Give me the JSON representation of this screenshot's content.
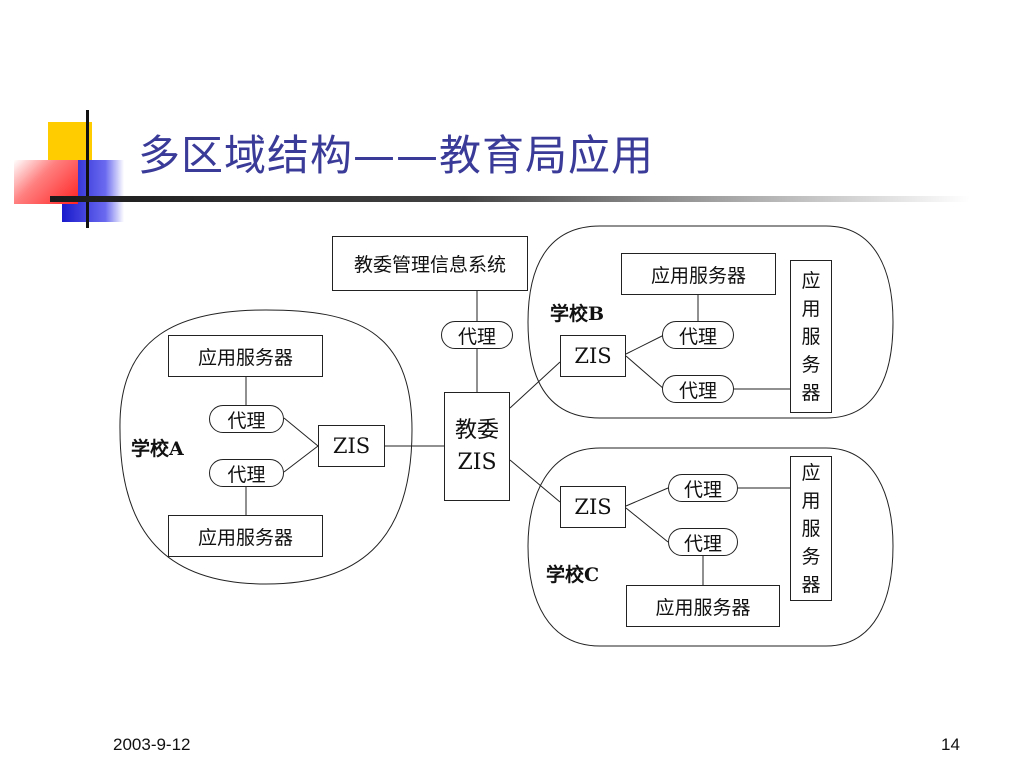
{
  "slide": {
    "title": "多区域结构——教育局应用",
    "date": "2003-9-12",
    "page_number": "14"
  },
  "diagram": {
    "mis": "教委管理信息系统",
    "mis_proxy": "代理",
    "central_zis_line1": "教委",
    "central_zis_line2": "ZIS",
    "school_a": {
      "label": "学校A",
      "zis": "ZIS",
      "proxy_top": "代理",
      "proxy_bottom": "代理",
      "server_top": "应用服务器",
      "server_bottom": "应用服务器"
    },
    "school_b": {
      "label": "学校B",
      "zis": "ZIS",
      "proxy_top": "代理",
      "proxy_bottom": "代理",
      "server_top": "应用服务器",
      "server_vertical": [
        "应",
        "用",
        "服",
        "务",
        "器"
      ]
    },
    "school_c": {
      "label": "学校C",
      "zis": "ZIS",
      "proxy_top": "代理",
      "proxy_bottom": "代理",
      "server_bottom": "应用服务器",
      "server_vertical": [
        "应",
        "用",
        "服",
        "务",
        "器"
      ]
    }
  },
  "colors": {
    "title": "#3a3a99",
    "deco_yellow": "#ffcc00",
    "deco_red": "#ff4444",
    "deco_blue": "#2222cc"
  }
}
